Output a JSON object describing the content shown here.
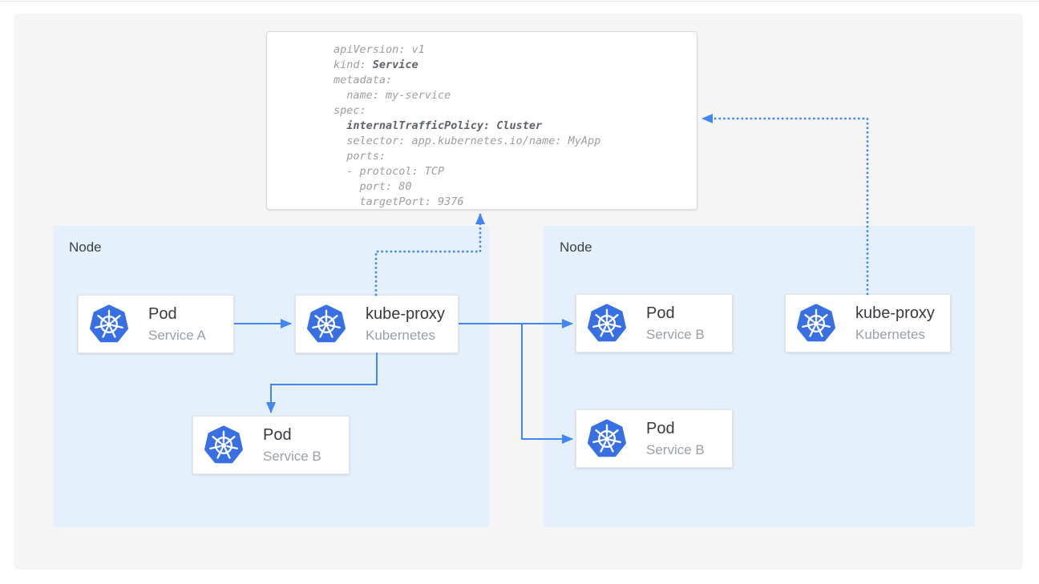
{
  "colors": {
    "accent_blue": "#4285f4",
    "node_fill": "#e4f1fc",
    "kubernetes_blue": "#3870e4",
    "panel_fill": "#f5f5f6",
    "yaml_text": "#9e9e9e",
    "yaml_bold_text": "#5f6368"
  },
  "yaml_box": {
    "lines": [
      {
        "pre": "apiVersion: v1"
      },
      {
        "pre": "kind: ",
        "bold": "Service"
      },
      {
        "pre": "metadata:"
      },
      {
        "pre": "  name: my-service"
      },
      {
        "pre": "spec:"
      },
      {
        "pre": "  ",
        "bold": "internalTrafficPolicy: Cluster"
      },
      {
        "pre": "  selector: app.kubernetes.io/name: MyApp"
      },
      {
        "pre": "  ports:"
      },
      {
        "pre": "  - protocol: TCP"
      },
      {
        "pre": "    port: 80"
      },
      {
        "pre": "    targetPort: 9376"
      }
    ]
  },
  "nodes": {
    "left": {
      "label": "Node"
    },
    "right": {
      "label": "Node"
    }
  },
  "cards": {
    "pod_a": {
      "title": "Pod",
      "subtitle": "Service A",
      "icon": "kubernetes-icon"
    },
    "kube_proxy_left": {
      "title": "kube-proxy",
      "subtitle": "Kubernetes",
      "icon": "kubernetes-icon"
    },
    "pod_b_left": {
      "title": "Pod",
      "subtitle": "Service B",
      "icon": "kubernetes-icon"
    },
    "pod_b_right_top": {
      "title": "Pod",
      "subtitle": "Service B",
      "icon": "kubernetes-icon"
    },
    "kube_proxy_right": {
      "title": "kube-proxy",
      "subtitle": "Kubernetes",
      "icon": "kubernetes-icon"
    },
    "pod_b_right_bottom": {
      "title": "Pod",
      "subtitle": "Service B",
      "icon": "kubernetes-icon"
    }
  }
}
